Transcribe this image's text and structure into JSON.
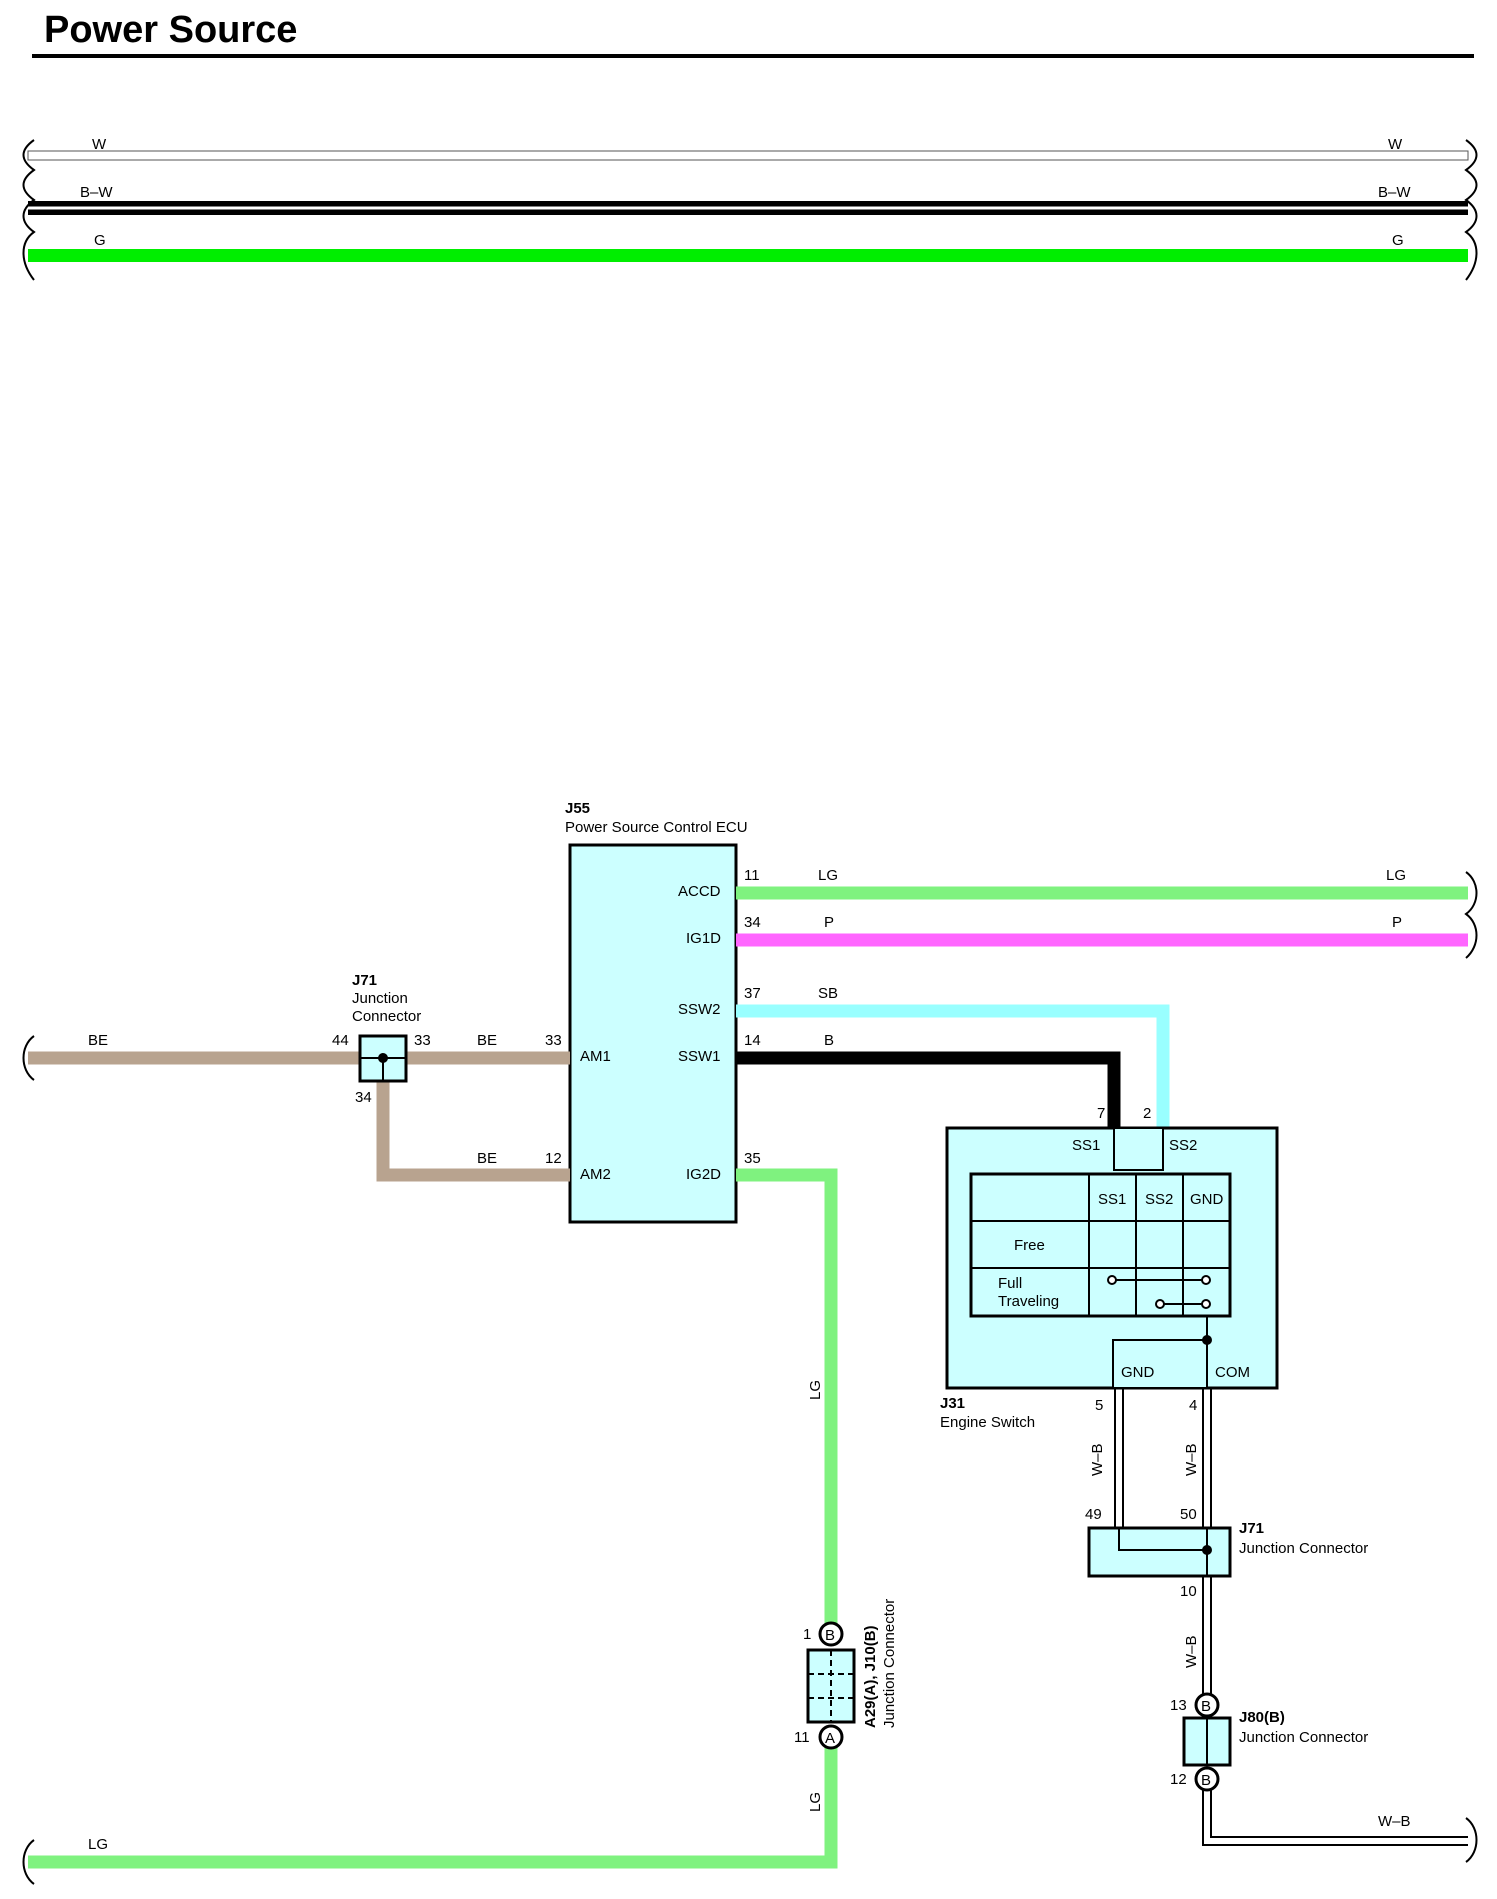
{
  "title": "Power Source",
  "colors": {
    "W": "#ffffff",
    "B": "#000000",
    "G": "#00ee00",
    "LG": "#7ff27f",
    "P": "#ff66ff",
    "SB": "#99ffff",
    "BE": "#b8a38f",
    "component_fill": "#ccffff"
  },
  "top_wires": {
    "w": "W",
    "bw": "B–W",
    "g": "G"
  },
  "ecu": {
    "code": "J55",
    "name": "Power Source Control ECU",
    "pins": {
      "accd": "ACCD",
      "ig1d": "IG1D",
      "ssw2": "SSW2",
      "ssw1": "SSW1",
      "am1": "AM1",
      "am2": "AM2",
      "ig2d": "IG2D"
    },
    "pin_numbers": {
      "accd": "11",
      "ig1d": "34",
      "ssw2": "37",
      "ssw1": "14",
      "am1": "33",
      "am2": "12",
      "ig2d": "35"
    }
  },
  "wire_labels": {
    "lg": "LG",
    "p": "P",
    "sb": "SB",
    "b": "B",
    "be": "BE",
    "wb": "W–B"
  },
  "j71_left": {
    "code": "J71",
    "line1": "Junction",
    "line2": "Connector",
    "pin_in": "44",
    "pin_out": "33",
    "pin_down": "34"
  },
  "engine_switch": {
    "code": "J31",
    "name": "Engine Switch",
    "ss1": "SS1",
    "ss2": "SS2",
    "gnd": "GND",
    "com": "COM",
    "pin_ss1": "7",
    "pin_ss2": "2",
    "pin_gnd": "5",
    "pin_com": "4",
    "table": {
      "headers": [
        "SS1",
        "SS2",
        "GND"
      ],
      "rows": [
        "Free",
        "Full",
        "Traveling"
      ]
    }
  },
  "j71_right": {
    "code": "J71",
    "name": "Junction Connector",
    "pin_a": "49",
    "pin_b": "50",
    "pin_out": "10"
  },
  "j80": {
    "code": "J80(B)",
    "name": "Junction Connector",
    "pin_in": "13",
    "pin_out": "12",
    "marker": "B"
  },
  "a29": {
    "code": "A29(A), J10(B)",
    "name": "Junction Connector",
    "pin_top": "1",
    "pin_bottom": "11",
    "marker_top": "B",
    "marker_bottom": "A"
  }
}
